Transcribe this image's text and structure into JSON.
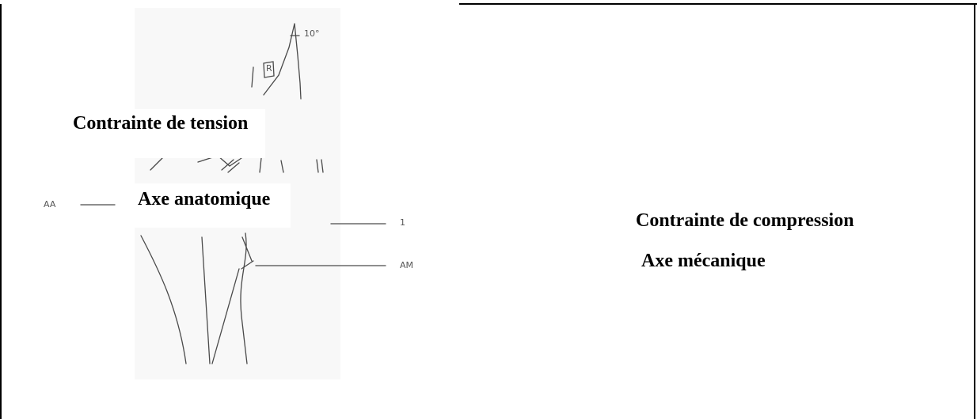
{
  "labels": {
    "tension": "Contrainte de tension",
    "anatomique": "Axe anatomique",
    "compression": "Contrainte de  compression",
    "mecanique": "Axe mécanique"
  },
  "handwritten": {
    "angle": "10°",
    "aa": "AA",
    "one": "1",
    "am": "AM",
    "r": "R"
  },
  "colors": {
    "frame": "#000000",
    "sketch": "#4a4a4a",
    "scan_shade": "#f1f1f1"
  }
}
